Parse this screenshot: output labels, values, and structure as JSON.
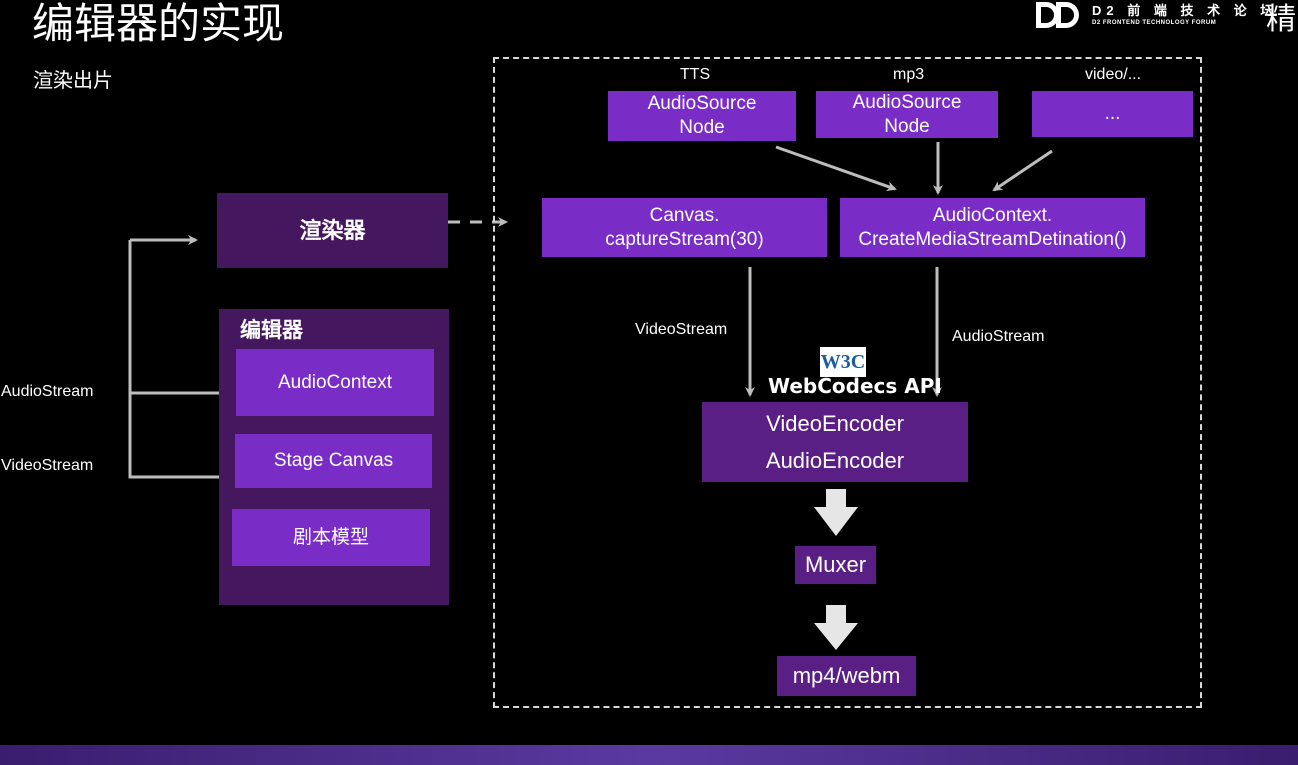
{
  "header": {
    "title": "编辑器的实现",
    "subtitle": "渲染出片",
    "logo_cn": "D2 前 端 技 术 论 坛",
    "logo_en": "D2 FRONTEND TECHNOLOGY FORUM",
    "logo_extra": "精"
  },
  "left": {
    "renderer": "渲染器",
    "editor_title": "编辑器",
    "audio_context": "AudioContext",
    "stage_canvas": "Stage Canvas",
    "script_model": "剧本模型",
    "audio_stream_label": "AudioStream",
    "video_stream_label": "VideoStream"
  },
  "pipeline": {
    "source_labels": [
      "TTS",
      "mp3",
      "video/..."
    ],
    "source_box_1_line1": "AudioSource",
    "source_box_1_line2": "Node",
    "source_box_2_line1": "AudioSource",
    "source_box_2_line2": "Node",
    "source_box_3": "...",
    "canvas_line1": "Canvas.",
    "canvas_line2": "captureStream(30)",
    "audioctx_line1": "AudioContext.",
    "audioctx_line2": "CreateMediaStreamDetination()",
    "video_stream": "VideoStream",
    "audio_stream": "AudioStream",
    "w3c": "W3C",
    "webcodecs": "WebCodecs API",
    "video_encoder": "VideoEncoder",
    "audio_encoder": "AudioEncoder",
    "muxer": "Muxer",
    "output": "mp4/webm"
  },
  "colors": {
    "bright_purple": "#7a2cc7",
    "dark_purple": "#45175f",
    "line": "#bdbdbd"
  }
}
